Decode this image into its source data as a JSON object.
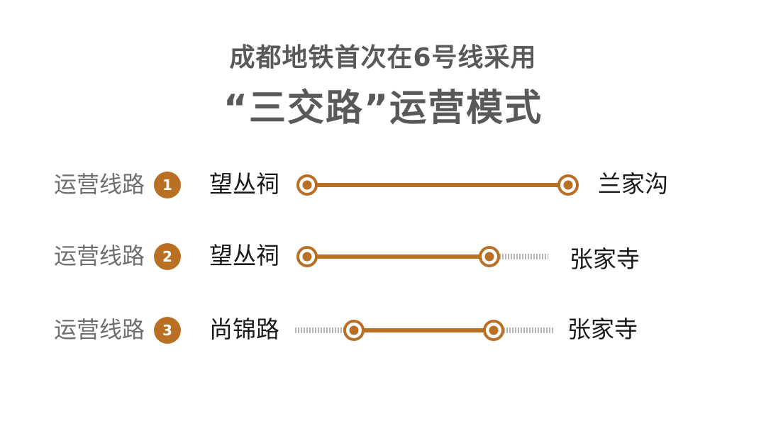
{
  "title": {
    "line1": "成都地铁首次在6号线采用",
    "line2": "“三交路”运营模式"
  },
  "rows": [
    {
      "label": "运营线路",
      "number": "1",
      "start": "望丛祠",
      "end": "兰家沟"
    },
    {
      "label": "运营线路",
      "number": "2",
      "start": "望丛祠",
      "end": "张家寺"
    },
    {
      "label": "运营线路",
      "number": "3",
      "start": "尚锦路",
      "end": "张家寺"
    }
  ],
  "colors": {
    "accent": "#b96f24",
    "inactive_track": "#b8b8b8",
    "title_text": "#595959",
    "label_text": "#6f6f6f"
  }
}
